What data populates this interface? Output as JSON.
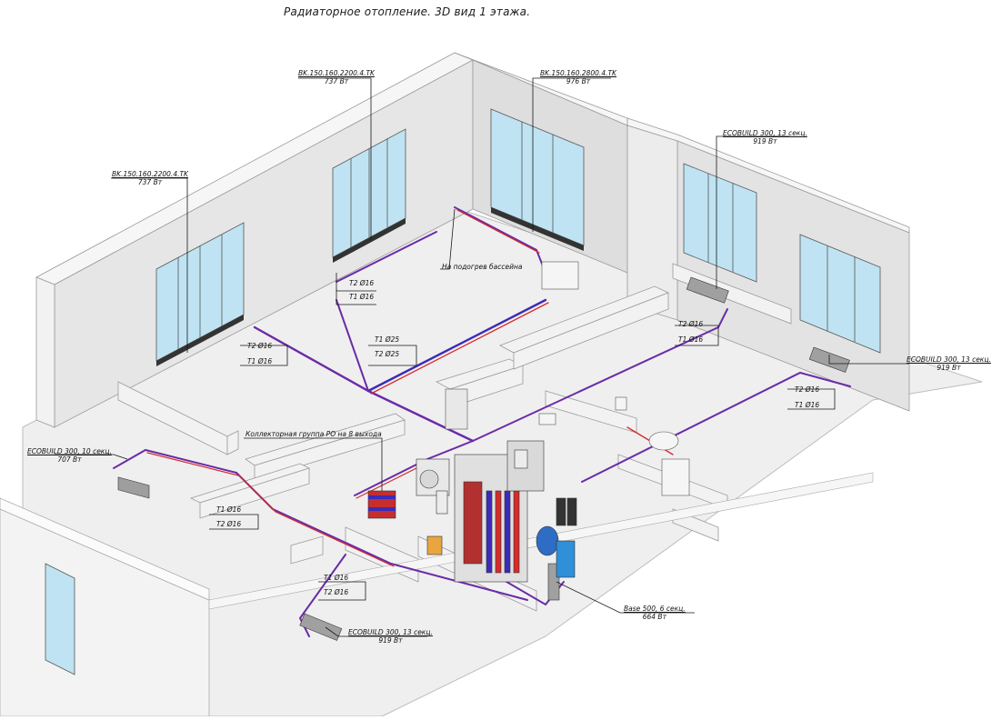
{
  "title": "Радиаторное отопление. 3D вид 1 этажа.",
  "colors": {
    "supply_pipe": "#d62b2b",
    "return_pipe": "#3b2bb8",
    "combined_pipe": "#6a2ba8",
    "wall_top": "#f4f4f4",
    "wall_side": "#dcdcdc",
    "floor": "#ededed",
    "glass": "#bfe3f2",
    "line": "#2a2a2a"
  },
  "radiators": [
    {
      "model": "BK.150.160.2200.4.TK",
      "power": "737 Вт"
    },
    {
      "model": "BK.150.160.2200.4.TK",
      "power": "737 Вт"
    },
    {
      "model": "BK.150.160.2800.4.TK",
      "power": "976 Вт"
    },
    {
      "model": "ECOBUILD 300, 13 секц.",
      "power": "919 Вт"
    },
    {
      "model": "ECOBUILD 300, 13 секц.",
      "power": "919 Вт"
    },
    {
      "model": "ECOBUILD 300, 10 секц.",
      "power": "707 Вт"
    },
    {
      "model": "ECOBUILD 300, 13 секц.",
      "power": "919 Вт"
    },
    {
      "model": "Base 500, 6 секц.",
      "power": "664 Вт"
    }
  ],
  "pipe_tags": {
    "t2_16": "Т2 Ø16",
    "t1_16": "Т1 Ø16",
    "t1_25": "Т1 Ø25",
    "t2_25": "Т2 Ø25"
  },
  "notes": {
    "pool": "На подогрев бассейна",
    "collector": "Коллекторная группа РО на 8 выхода"
  }
}
